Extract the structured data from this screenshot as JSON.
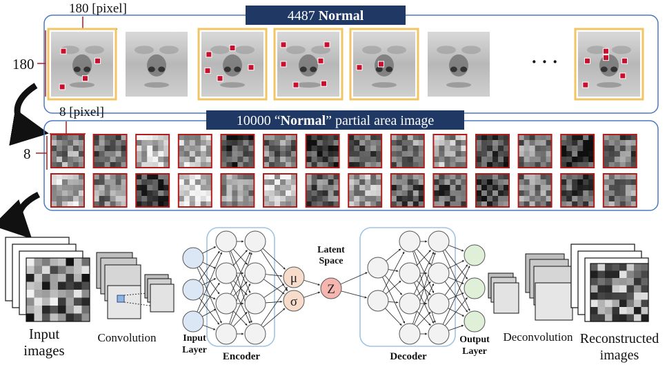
{
  "top_panel": {
    "banner_count": "4487",
    "banner_label": "Normal",
    "pixel_size_label": "180 [pixel]",
    "side_size_label": "180",
    "ellipsis": "·   ·   ·"
  },
  "middle_panel": {
    "banner_prefix": "10000 “",
    "banner_label": "Normal",
    "banner_suffix": "” partial area image",
    "pixel_size_label": "8 [pixel]",
    "side_size_label": "8"
  },
  "network": {
    "input_images_label_1": "Input",
    "input_images_label_2": "images",
    "convolution_label": "Convolution",
    "input_layer_label_1": "Input",
    "input_layer_label_2": "Layer",
    "encoder_label": "Encoder",
    "mu_symbol": "μ",
    "sigma_symbol": "σ",
    "latent_label_1": "Latent",
    "latent_label_2": "Space",
    "z_symbol": "Z",
    "decoder_label": "Decoder",
    "output_layer_label_1": "Output",
    "output_layer_label_2": "Layer",
    "deconvolution_label": "Deconvolution",
    "reconstructed_label_1": "Reconstructed",
    "reconstructed_label_2": "images"
  },
  "colors": {
    "banner_bg": "#1f3864",
    "panel_border": "#4a78c4",
    "highlight_frame": "#f2c463",
    "patch_border": "#b01c1c",
    "marker_red": "#c8102e",
    "input_node": "#dce7f5",
    "mu_sigma_node": "#f8dccb",
    "z_node": "#f4b6ae",
    "output_node": "#e0efd8",
    "encoder_frame": "#9fc3e6"
  }
}
